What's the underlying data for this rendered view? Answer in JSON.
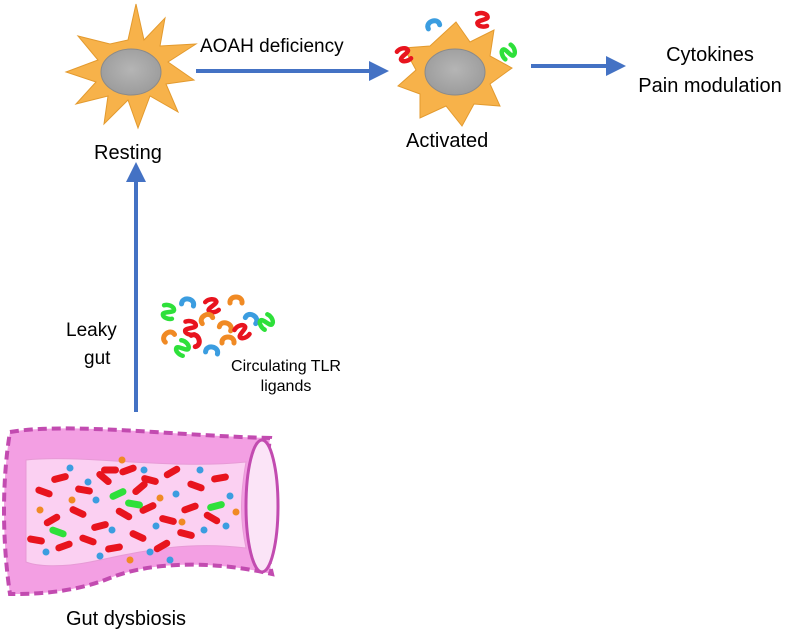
{
  "labels": {
    "resting": "Resting",
    "arrow_condition": "AOAH deficiency",
    "activated": "Activated",
    "outcome_line1": "Cytokines",
    "outcome_line2": "Pain modulation",
    "leaky_line1": "Leaky",
    "leaky_line2": "gut",
    "ligands_line1": "Circulating TLR",
    "ligands_line2": "ligands",
    "gut": "Gut dysbiosis"
  },
  "colors": {
    "arrow": "#4472c4",
    "cell_body": "#f7b24a",
    "nucleus": "#a6a6a6",
    "gut_outer": "#f39fe3",
    "gut_inner": "#fbd0f2",
    "gut_edge": "#c24bb0",
    "ligand_red": "#e8141e",
    "ligand_green": "#2ee03a",
    "ligand_blue": "#3b9de0",
    "ligand_orange": "#f08a24"
  }
}
